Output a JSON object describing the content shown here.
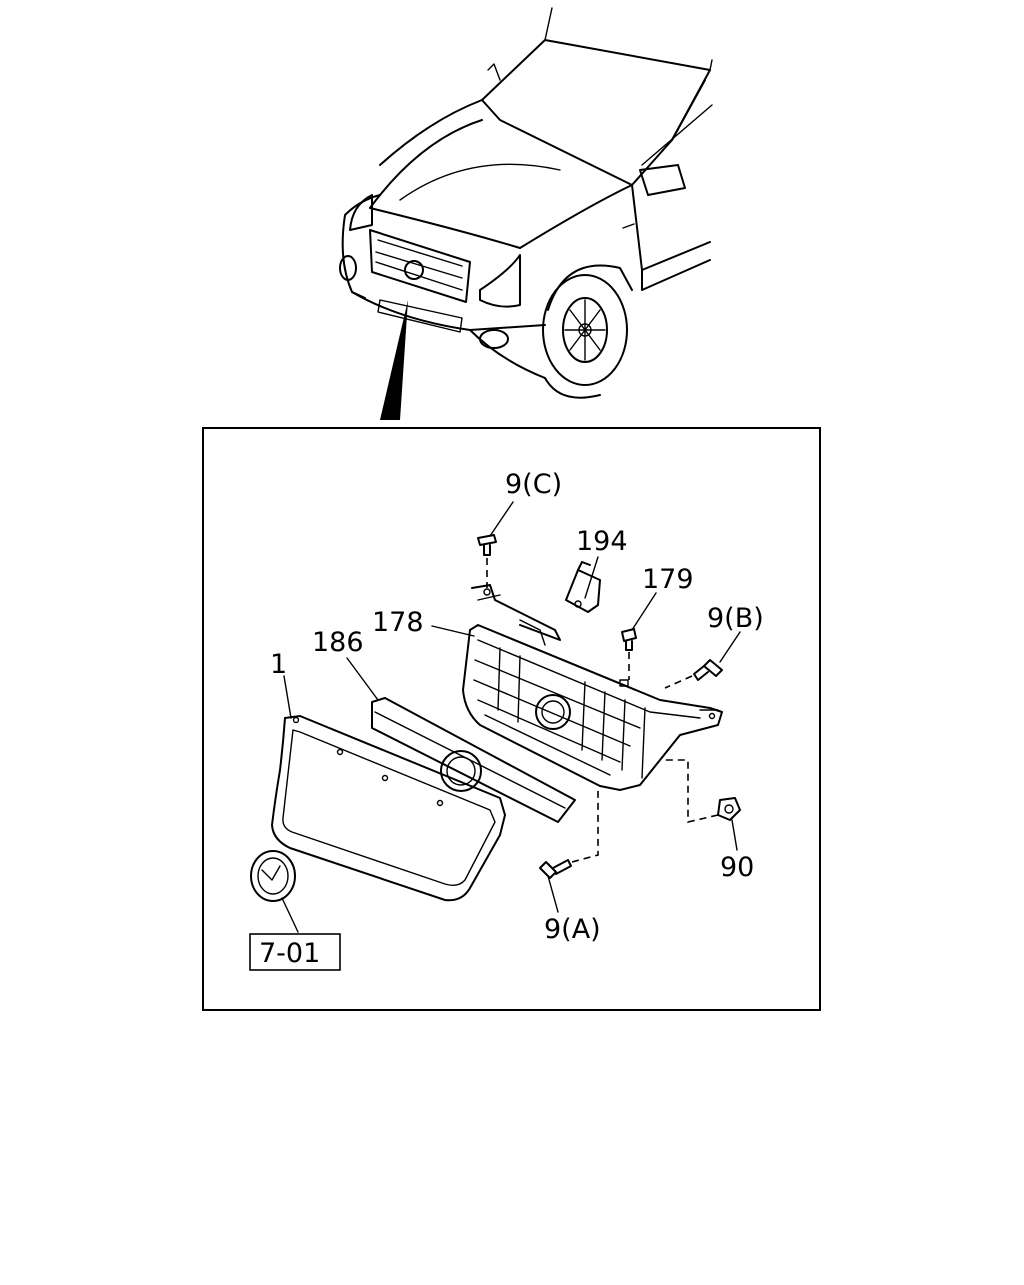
{
  "diagram": {
    "callouts": {
      "part_1": "1",
      "part_186": "186",
      "part_178": "178",
      "part_194": "194",
      "part_179": "179",
      "part_9c": "9(C)",
      "part_9b": "9(B)",
      "part_9a": "9(A)",
      "part_90": "90"
    },
    "reference_box": "7-01"
  }
}
